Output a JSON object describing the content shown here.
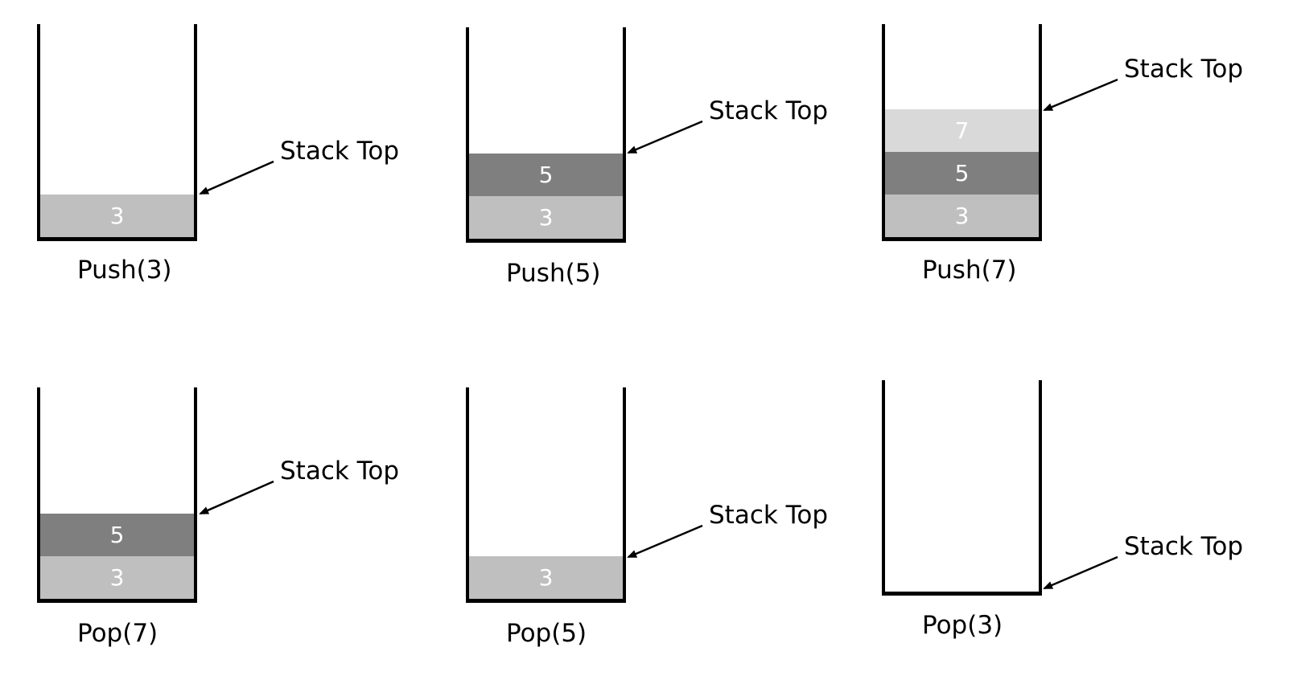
{
  "panels": [
    {
      "operation": "Push(3)",
      "top_label": "Stack Top",
      "items": [
        "3"
      ]
    },
    {
      "operation": "Push(5)",
      "top_label": "Stack Top",
      "items": [
        "3",
        "5"
      ]
    },
    {
      "operation": "Push(7)",
      "top_label": "Stack Top",
      "items": [
        "3",
        "5",
        "7"
      ]
    },
    {
      "operation": "Pop(7)",
      "top_label": "Stack Top",
      "items": [
        "3",
        "5"
      ]
    },
    {
      "operation": "Pop(5)",
      "top_label": "Stack Top",
      "items": [
        "3"
      ]
    },
    {
      "operation": "Pop(3)",
      "top_label": "Stack Top",
      "items": []
    }
  ],
  "colors": {
    "3": "#bfbfbf",
    "5": "#7f7f7f",
    "7": "#d9d9d9",
    "border": "#000000",
    "item_text": "#ffffff"
  }
}
